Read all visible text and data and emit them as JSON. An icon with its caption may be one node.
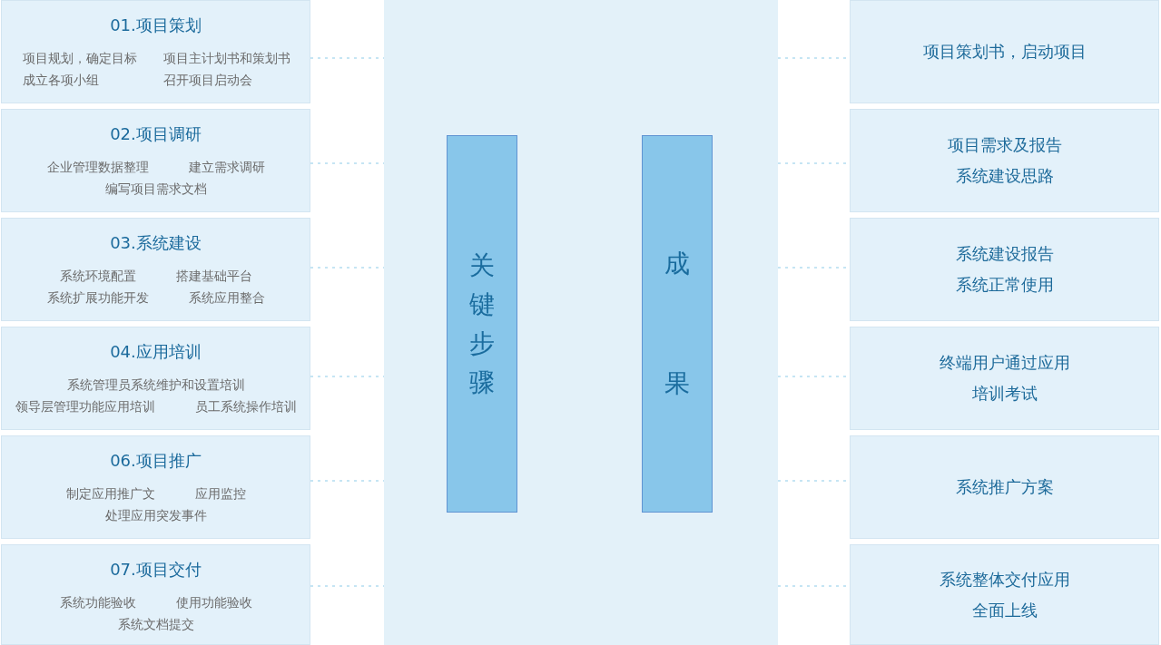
{
  "diagram": {
    "nodes": [
      {
        "text": [
          "01.项目策划",
          "项目规划，确定目标",
          "项目主计划书和策划书",
          "成立各项小组",
          "召开项目启动会"
        ]
      },
      {
        "text": [
          "02.项目调研",
          "企业管理数据整理",
          "建立需求调研",
          "编写项目需求文档"
        ]
      },
      {
        "text": [
          "03.系统建设",
          "系统环境配置",
          "搭建基础平台",
          "系统扩展功能开发",
          "系统应用整合"
        ]
      },
      {
        "text": [
          "04.应用培训",
          "系统管理员系统维护和设置培训",
          "领导层管理功能应用培训",
          "员工系统操作培训"
        ]
      },
      {
        "text": [
          "06.项目推广",
          "制定应用推广文",
          "应用监控",
          "处理应用突发事件"
        ]
      },
      {
        "text": [
          "07.项目交付",
          "系统功能验收",
          "使用功能验收",
          "系统文档提交"
        ]
      },
      {
        "text": [],
        "shape": "box"
      },
      {
        "text": [
          "关键步骤"
        ],
        "in": 6
      },
      {
        "text": [
          "成果"
        ],
        "in": 6
      },
      {
        "text": [
          "项目策划书，启动项目"
        ]
      },
      {
        "text": [
          "项目需求及报告",
          "系统建设思路"
        ]
      },
      {
        "text": [
          "系统建设报告",
          "系统正常使用"
        ]
      },
      {
        "text": [
          "终端用户通过应用",
          "培训考试"
        ]
      },
      {
        "text": [
          "系统推广方案"
        ]
      },
      {
        "text": [
          "系统整体交付应用",
          "全面上线"
        ]
      }
    ],
    "edges": [
      {
        "from": 0,
        "to": 6,
        "arrow": "none",
        "style": "dashed"
      },
      {
        "from": 1,
        "to": 6,
        "arrow": "none",
        "style": "dashed"
      },
      {
        "from": 2,
        "to": 6,
        "arrow": "none",
        "style": "dashed"
      },
      {
        "from": 3,
        "to": 6,
        "arrow": "none",
        "style": "dashed"
      },
      {
        "from": 4,
        "to": 6,
        "arrow": "none",
        "style": "dashed"
      },
      {
        "from": 5,
        "to": 6,
        "arrow": "none",
        "style": "dashed"
      },
      {
        "from": 6,
        "to": 9,
        "arrow": "none",
        "style": "dashed"
      },
      {
        "from": 6,
        "to": 10,
        "arrow": "none",
        "style": "dashed"
      },
      {
        "from": 6,
        "to": 11,
        "arrow": "none",
        "style": "dashed"
      },
      {
        "from": 6,
        "to": 12,
        "arrow": "none",
        "style": "dashed"
      },
      {
        "from": 6,
        "to": 13,
        "arrow": "none",
        "style": "dashed"
      },
      {
        "from": 6,
        "to": 14,
        "arrow": "none",
        "style": "dashed"
      }
    ]
  }
}
